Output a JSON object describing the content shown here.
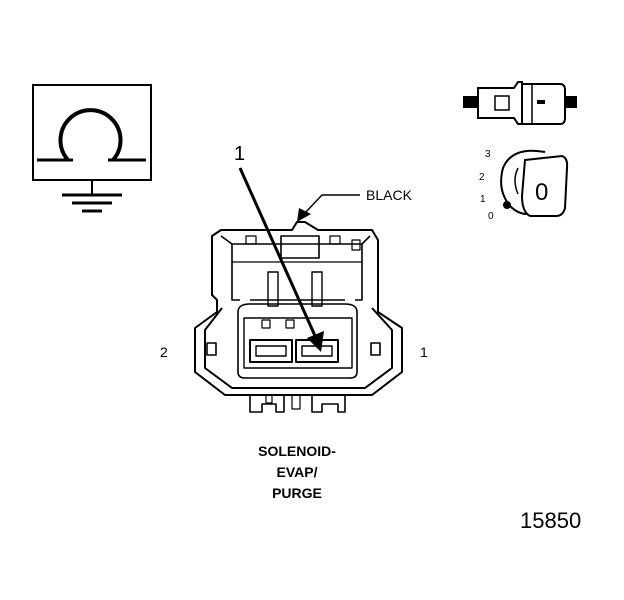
{
  "symbol": {
    "name": "ohm-ground-symbol"
  },
  "callout": {
    "number": "1"
  },
  "wire_color": "BLACK",
  "pins": {
    "left": "2",
    "right": "1"
  },
  "positions": [
    "3",
    "2",
    "1",
    "0"
  ],
  "lock_mark": "0",
  "part_name": [
    "SOLENOID-",
    "EVAP/",
    "PURGE"
  ],
  "figure_number": "15850"
}
